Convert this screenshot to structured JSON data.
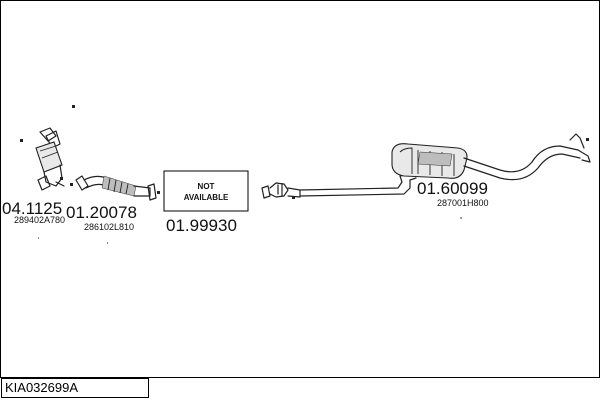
{
  "diagram": {
    "assembly_code": "KIA032699A",
    "not_available_text": [
      "NOT",
      "AVAILABLE"
    ],
    "parts": [
      {
        "number": "04.1125",
        "oem": "289402A780"
      },
      {
        "number": "01.20078",
        "oem": "286102L810"
      },
      {
        "number": "01.99930",
        "oem": ""
      },
      {
        "number": "01.60099",
        "oem": "287001H800"
      }
    ]
  }
}
